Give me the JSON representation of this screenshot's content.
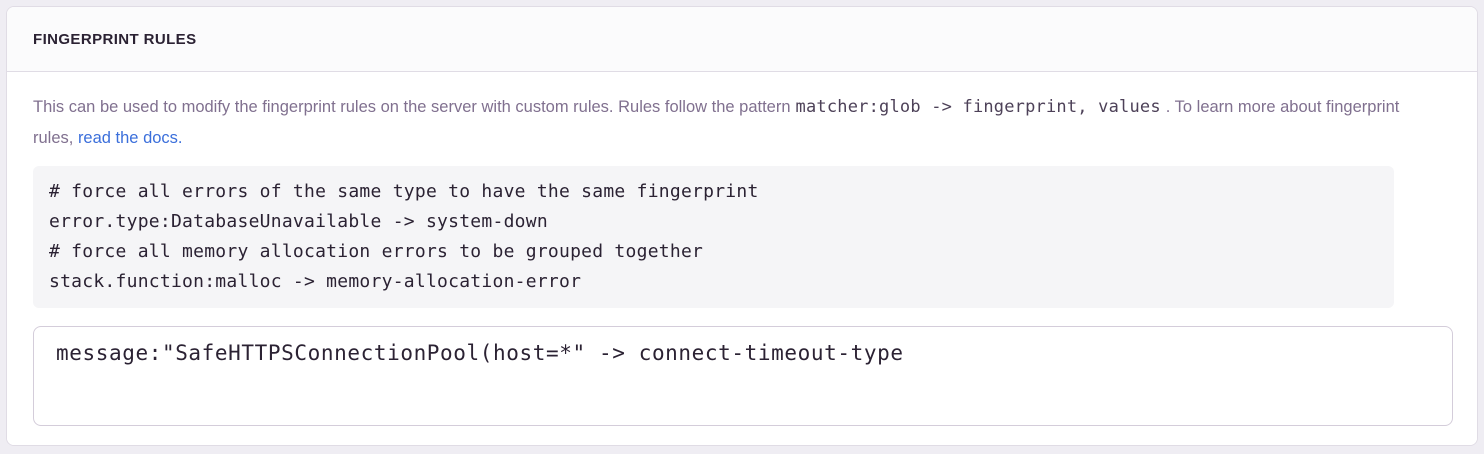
{
  "panel": {
    "title": "FINGERPRINT RULES",
    "description": {
      "text_before_code": "This can be used to modify the fingerprint rules on the server with custom rules. Rules follow the pattern",
      "inline_code": "matcher:glob -> fingerprint, values",
      "text_after_code": ". To learn more about fingerprint rules, ",
      "link_label": "read the docs."
    },
    "example_code": {
      "lines": [
        "# force all errors of the same type to have the same fingerprint",
        "error.type:DatabaseUnavailable -> system-down",
        "# force all memory allocation errors to be grouped together",
        "stack.function:malloc -> memory-allocation-error"
      ]
    },
    "rules_input": {
      "value": "message:\"SafeHTTPSConnectionPool(host=*\" -> connect-timeout-type"
    },
    "colors": {
      "link_blue": "#3b6fdb",
      "header_text": "#2b2233",
      "body_text": "#80708f",
      "code_text": "#2b2233",
      "code_block_bg": "#f5f5f7",
      "panel_border": "#e0dce5",
      "page_bg": "#efedf3"
    }
  }
}
